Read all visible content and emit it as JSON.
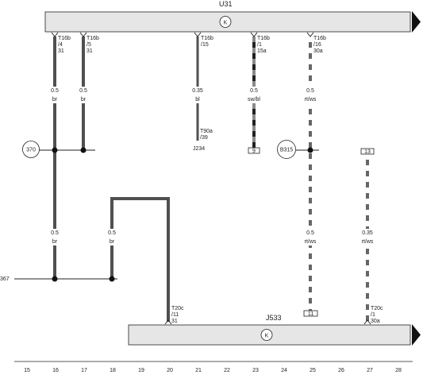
{
  "components": {
    "top": {
      "name": "U31"
    },
    "bottom": {
      "name": "J533"
    },
    "j234": {
      "name": "J234"
    }
  },
  "top_pins": [
    {
      "id": "p16",
      "lines": [
        "T16b",
        "/4",
        "31"
      ]
    },
    {
      "id": "p17",
      "lines": [
        "T16b",
        "/5",
        "31"
      ]
    },
    {
      "id": "p21",
      "lines": [
        "T16b",
        "/15"
      ]
    },
    {
      "id": "p23",
      "lines": [
        "T16b",
        "/1",
        "15a"
      ]
    },
    {
      "id": "p25",
      "lines": [
        "T16b",
        "/16",
        "30a"
      ]
    }
  ],
  "wires_top": [
    {
      "id": "w16",
      "size": "0.5",
      "color": "br"
    },
    {
      "id": "w17",
      "size": "0.5",
      "color": "br"
    },
    {
      "id": "w21",
      "size": "0.35",
      "color": "bl"
    },
    {
      "id": "w23",
      "size": "0.5",
      "color": "sw/bl"
    },
    {
      "id": "w25",
      "size": "0.5",
      "color": "rt/ws"
    }
  ],
  "wires_lower": [
    {
      "id": "w16b",
      "size": "0.5",
      "color": "br"
    },
    {
      "id": "w18",
      "size": "0.5",
      "color": "br"
    },
    {
      "id": "w25b",
      "size": "0.5",
      "color": "rt/ws"
    },
    {
      "id": "w27",
      "size": "0.35",
      "color": "rt/ws"
    }
  ],
  "j234_pin": {
    "lines": [
      "T90a",
      "/39"
    ]
  },
  "bottom_pins": [
    {
      "id": "b20",
      "lines": [
        "T20c",
        "/11",
        "31"
      ]
    },
    {
      "id": "b27",
      "lines": [
        "T20c",
        "/1",
        "30a"
      ]
    }
  ],
  "ground_points": [
    {
      "id": "g370",
      "label": "370"
    },
    {
      "id": "gB315",
      "label": "B315"
    }
  ],
  "side_label": "367",
  "connector_boxes": [
    {
      "id": "box9",
      "label": "9"
    },
    {
      "id": "box13",
      "label": "13"
    },
    {
      "id": "box11",
      "label": "11"
    }
  ],
  "columns": [
    "15",
    "16",
    "17",
    "18",
    "19",
    "20",
    "21",
    "22",
    "23",
    "24",
    "25",
    "26",
    "27",
    "28"
  ],
  "colors": {
    "wire": "#505050",
    "dash_light": "#ffffff",
    "component_fill": "#e6e6e6",
    "outline": "#222222"
  }
}
